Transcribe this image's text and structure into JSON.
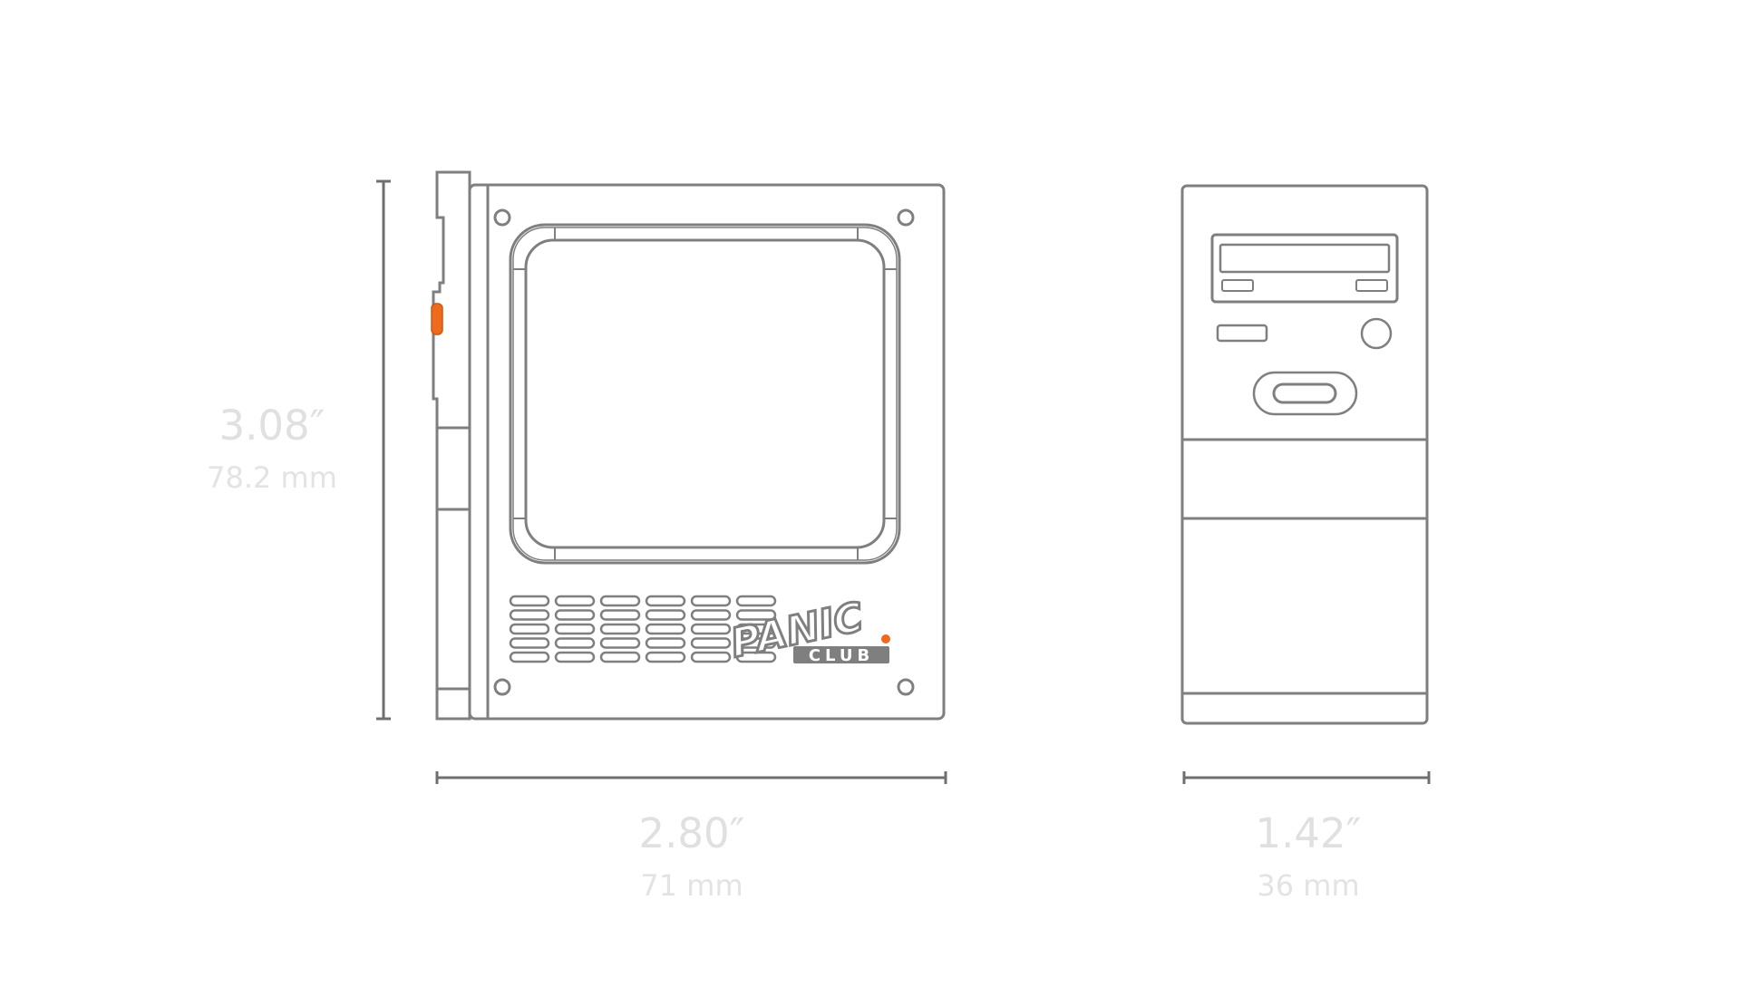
{
  "height": {
    "inches": "3.08″",
    "mm": "78.2 mm"
  },
  "width": {
    "inches": "2.80″",
    "mm": "71 mm"
  },
  "depth": {
    "inches": "1.42″",
    "mm": "36 mm"
  },
  "logo": {
    "top_text": "PANIC",
    "bottom_text": "CLUB"
  },
  "colors": {
    "line": "#7f7f7f",
    "dim_line": "#6f6f6f",
    "accent": "#ee6a1c",
    "label": "#e0e0e0"
  }
}
